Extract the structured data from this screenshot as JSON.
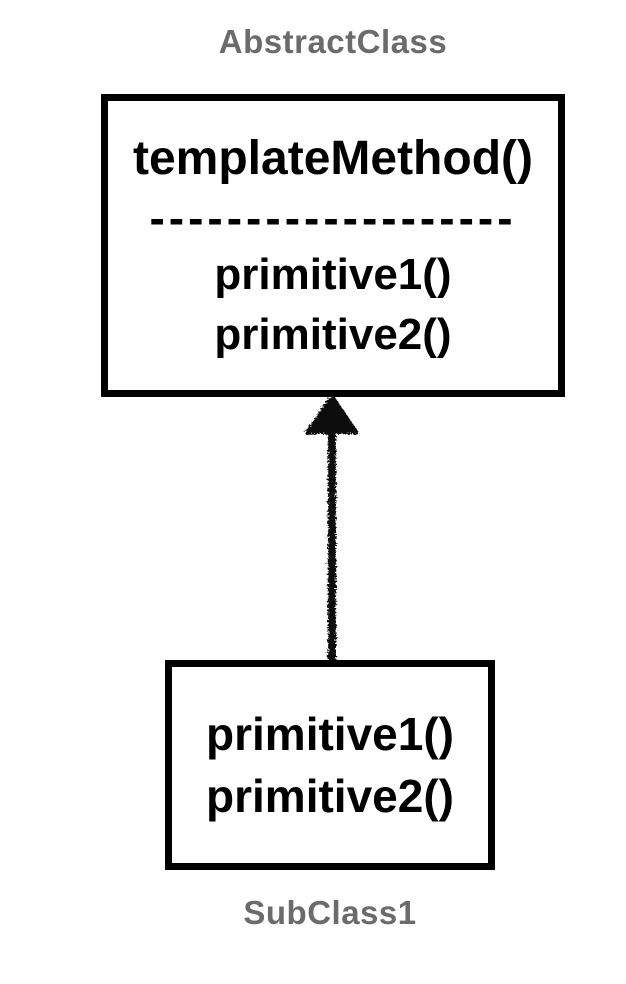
{
  "diagram": {
    "abstract_class": {
      "name": "AbstractClass",
      "template_method": "templateMethod()",
      "divider": "-------------------",
      "primitives": [
        "primitive1()",
        "primitive2()"
      ]
    },
    "subclass": {
      "name": "SubClass1",
      "primitives": [
        "primitive1()",
        "primitive2()"
      ]
    },
    "arrow": {
      "icon": "inheritance-arrow-up-icon",
      "direction": "up",
      "from": "SubClass1",
      "to": "AbstractClass"
    },
    "colors": {
      "ink": "#000000",
      "label_gray": "#6b6b6b",
      "background": "#ffffff"
    }
  }
}
